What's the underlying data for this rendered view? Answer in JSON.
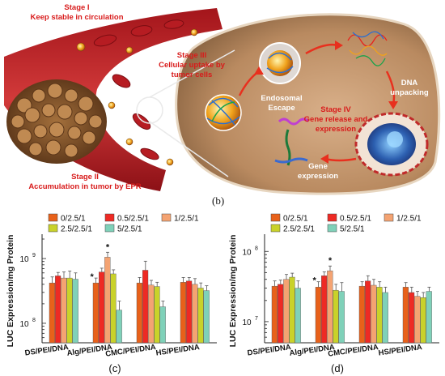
{
  "scheme": {
    "stage1_title": "Stage I",
    "stage1_text": "Keep stable in circulation",
    "stage2_title": "Stage II",
    "stage2_text": "Accumulation in tumor by EPR",
    "stage3_title": "Stage III",
    "stage3_line1": "Cellular uptake by",
    "stage3_line2": "tumor cells",
    "endosomal_line1": "Endosomal",
    "endosomal_line2": "Escape",
    "dna_line1": "DNA",
    "dna_line2": "unpacking",
    "stage4_title": "Stage IV",
    "stage4_line1": "Gene release and",
    "stage4_line2": "expression",
    "gene_line1": "Gene",
    "gene_line2": "expression",
    "panel_b": "(b)"
  },
  "colors": {
    "series": [
      "#e8611a",
      "#ee2a24",
      "#f4a372",
      "#c9d22a",
      "#7fd1b9"
    ],
    "stage_text": "#d81b1b",
    "vessel": "#c0262c",
    "cell": "#c89a6e"
  },
  "chart_data": [
    {
      "type": "bar",
      "panel": "(c)",
      "ylabel": "LUC Expression/mg Protein",
      "yscale": "log",
      "ylim": [
        50000000,
        2000000000
      ],
      "yticks": [
        {
          "value": 100000000,
          "base": "10",
          "exp": "8"
        },
        {
          "value": 1000000000,
          "base": "10",
          "exp": "9"
        }
      ],
      "categories": [
        "DS/PEI/DNA",
        "Alg/PEI/DNA",
        "CMC/PEI/DNA",
        "HS/PEI/DNA"
      ],
      "series": [
        {
          "name": "0/2.5/1",
          "values": [
            420000000,
            420000000,
            420000000,
            430000000
          ],
          "errors": [
            100000000,
            80000000,
            90000000,
            80000000
          ]
        },
        {
          "name": "0.5/2.5/1",
          "values": [
            540000000,
            620000000,
            660000000,
            450000000
          ],
          "errors": [
            70000000,
            90000000,
            250000000,
            60000000
          ]
        },
        {
          "name": "1/2.5/1",
          "values": [
            500000000,
            1050000000,
            390000000,
            400000000
          ],
          "errors": [
            120000000,
            200000000,
            70000000,
            90000000
          ]
        },
        {
          "name": "2.5/2.5/1",
          "values": [
            500000000,
            580000000,
            370000000,
            350000000
          ],
          "errors": [
            140000000,
            90000000,
            60000000,
            70000000
          ]
        },
        {
          "name": "5/2.5/1",
          "values": [
            480000000,
            160000000,
            180000000,
            320000000
          ],
          "errors": [
            120000000,
            60000000,
            40000000,
            60000000
          ]
        }
      ],
      "significance": [
        {
          "category": "Alg/PEI/DNA",
          "series": "0/2.5/1",
          "mark": "*"
        },
        {
          "category": "Alg/PEI/DNA",
          "series": "1/2.5/1",
          "mark": "*"
        }
      ]
    },
    {
      "type": "bar",
      "panel": "(d)",
      "ylabel": "LUC Expression/mg Protein",
      "yscale": "log",
      "ylim": [
        5000000,
        150000000
      ],
      "yticks": [
        {
          "value": 10000000,
          "base": "10",
          "exp": "7"
        },
        {
          "value": 100000000,
          "base": "10",
          "exp": "8"
        }
      ],
      "categories": [
        "DS/PEI/DNA",
        "Alg/PEI/DNA",
        "CMC/PEI/DNA",
        "HS/PEI/DNA"
      ],
      "series": [
        {
          "name": "0/2.5/1",
          "values": [
            32000000,
            31000000,
            32000000,
            31000000
          ],
          "errors": [
            6000000,
            6000000,
            5000000,
            5000000
          ]
        },
        {
          "name": "0.5/2.5/1",
          "values": [
            34000000,
            45000000,
            38000000,
            26000000
          ],
          "errors": [
            5000000,
            6000000,
            7000000,
            5000000
          ]
        },
        {
          "name": "1/2.5/1",
          "values": [
            40000000,
            53000000,
            33000000,
            23000000
          ],
          "errors": [
            7000000,
            9000000,
            7000000,
            4000000
          ]
        },
        {
          "name": "2.5/2.5/1",
          "values": [
            43000000,
            28000000,
            31000000,
            22000000
          ],
          "errors": [
            6000000,
            6000000,
            6000000,
            4000000
          ]
        },
        {
          "name": "5/2.5/1",
          "values": [
            30000000,
            27000000,
            26000000,
            27000000
          ],
          "errors": [
            8000000,
            9000000,
            5000000,
            4000000
          ]
        }
      ],
      "significance": [
        {
          "category": "Alg/PEI/DNA",
          "series": "0/2.5/1",
          "mark": "*"
        },
        {
          "category": "Alg/PEI/DNA",
          "series": "1/2.5/1",
          "mark": "*"
        }
      ]
    }
  ]
}
